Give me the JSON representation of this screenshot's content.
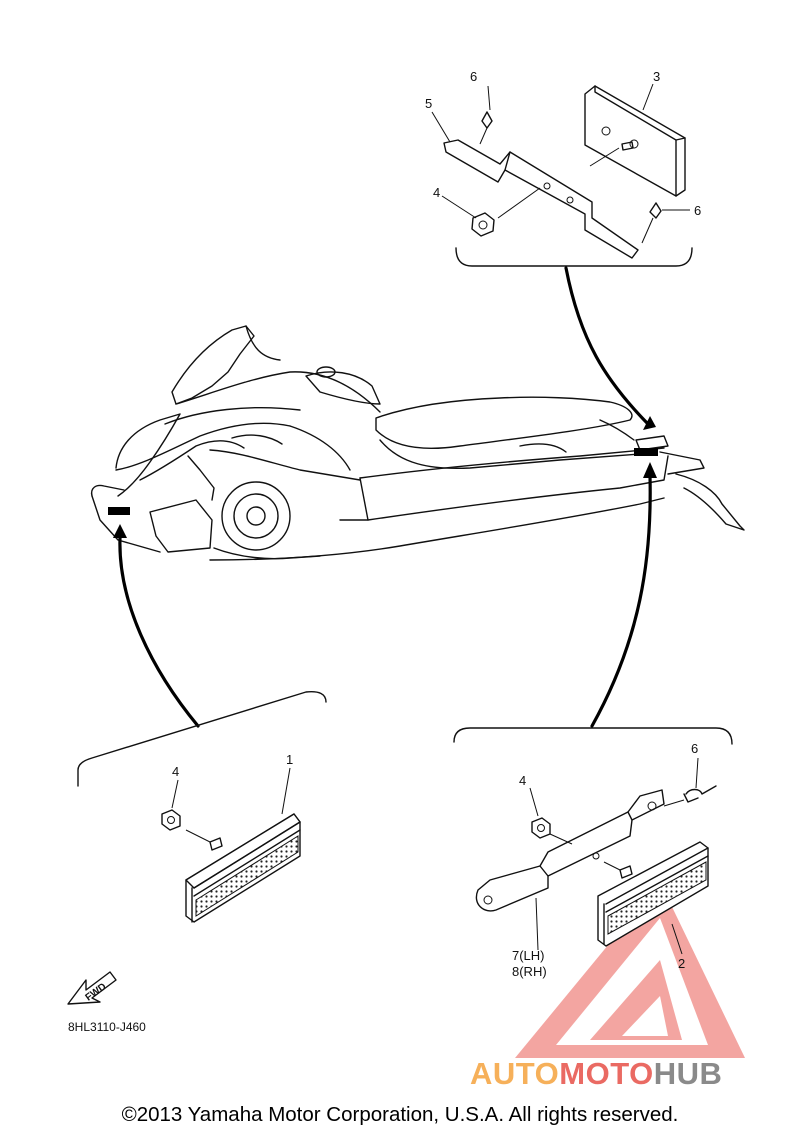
{
  "callouts": {
    "top": {
      "c6a": "6",
      "c3": "3",
      "c5": "5",
      "c4": "4",
      "c6b": "6"
    },
    "left": {
      "c4": "4",
      "c1": "1"
    },
    "right": {
      "c6": "6",
      "c4": "4",
      "c7": "7(LH)",
      "c8": "8(RH)",
      "c2": "2"
    }
  },
  "fwd_label": "FWD",
  "diagram_code": "8HL3110-J460",
  "copyright": "©2013 Yamaha Motor Corporation, U.S.A. All rights reserved.",
  "watermark": {
    "part1": "AUTO",
    "part2": "MOTO",
    "part3": "HUB"
  },
  "colors": {
    "line": "#111111",
    "wm_yellow": "#f6b05a",
    "wm_red": "#ea6a63",
    "wm_gray": "#8a8a8a"
  }
}
